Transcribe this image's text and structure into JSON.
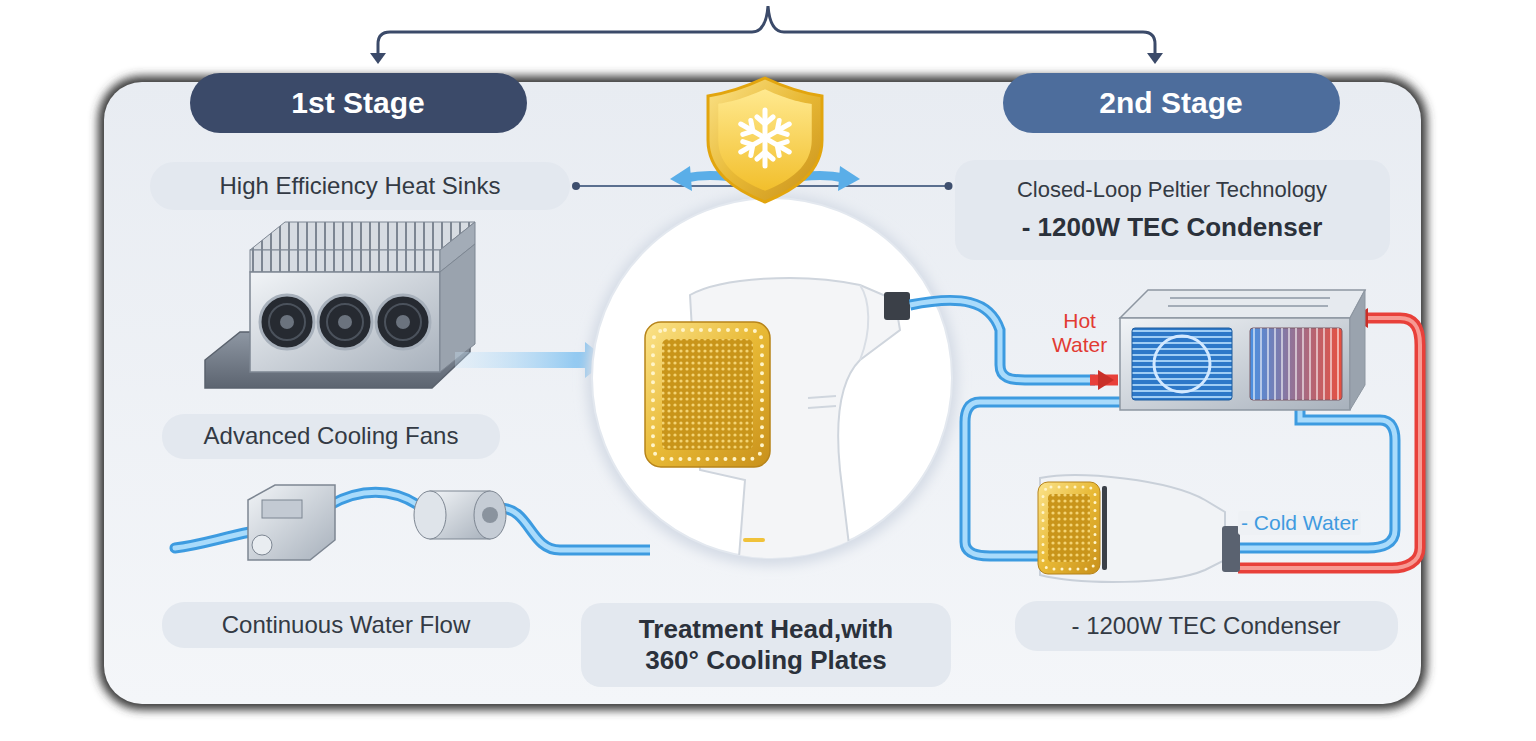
{
  "diagram": {
    "nodes": [
      {
        "text": [
          "1st Stage"
        ]
      },
      {
        "text": [
          "2nd Stage"
        ]
      },
      {
        "text": [
          "High Efficiency Heat Sinks"
        ]
      },
      {
        "text": [
          "Closed-Loop Peltier Technology",
          "- 1200W TEC Condenser"
        ]
      },
      {
        "text": [
          "Advanced Cooling Fans"
        ]
      },
      {
        "text": [
          "Continuous Water Flow"
        ]
      },
      {
        "text": [
          "Treatment Head,with 360° Cooling Plates"
        ]
      },
      {
        "text": [
          "- 1200W TEC Condenser"
        ]
      }
    ],
    "edges": [
      {
        "from": 2,
        "to": 3,
        "arrow": "none"
      }
    ],
    "labels": [
      "Hot Water",
      "- Cold Water"
    ]
  }
}
